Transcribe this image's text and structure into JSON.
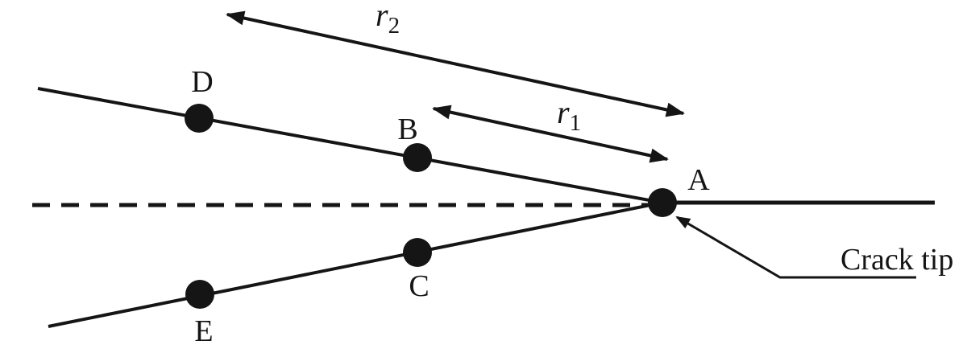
{
  "figure": {
    "background_color": "#ffffff",
    "ink_color": "#151515"
  },
  "points": {
    "A": "A",
    "B": "B",
    "C": "C",
    "D": "D",
    "E": "E"
  },
  "dimensions": {
    "r1": {
      "base": "r",
      "sub": "1"
    },
    "r2": {
      "base": "r",
      "sub": "2"
    }
  },
  "annotations": {
    "crack_tip": "Crack tip"
  }
}
